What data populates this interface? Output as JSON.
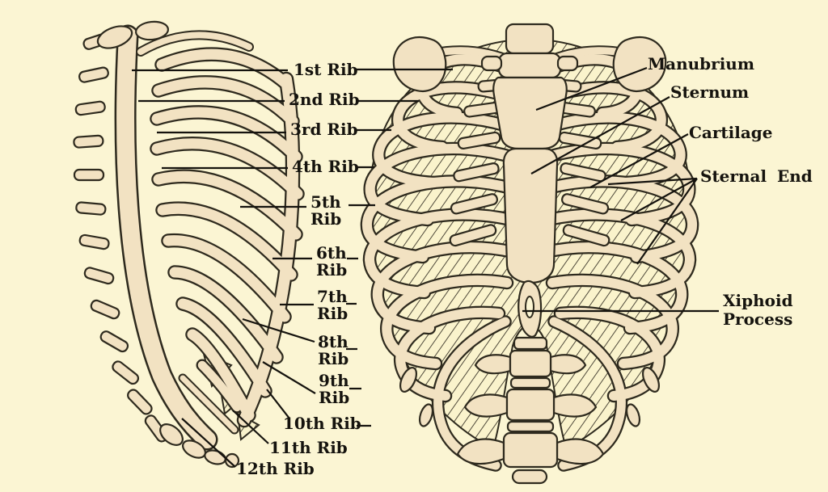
{
  "diagram": {
    "labels": {
      "ribs": [
        "1st Rib",
        "2nd Rib",
        "3rd Rib",
        "4th Rib",
        "5th Rib",
        "6th Rib",
        "7th Rib",
        "8th Rib",
        "9th Rib",
        "10th Rib",
        "11th Rib",
        "12th Rib"
      ],
      "manubrium": "Manubrium",
      "sternum": "Sternum",
      "cartilage": "Cartilage",
      "sternal_end": "Sternal End",
      "xiphoid_process": "Xiphoid Process"
    },
    "colors": {
      "background": "#fbf5d3",
      "bone_fill": "#f2e2c2",
      "outline": "#2e2a1e",
      "label_text": "#15130e"
    }
  }
}
